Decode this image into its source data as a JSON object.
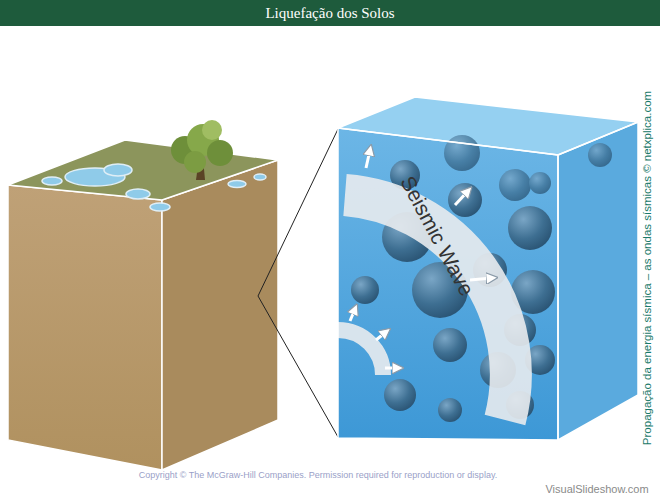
{
  "diagram": {
    "title": "Liquefação dos Solos",
    "labels": [
      "Seismic Wave",
      "Copyright © The McGraw-Hill Companies. Permission required for reproduction or display.",
      "Propagação da energia sísmica – as ondas sísmicas © netxplica.com",
      "VisualSlideshow.com"
    ]
  }
}
